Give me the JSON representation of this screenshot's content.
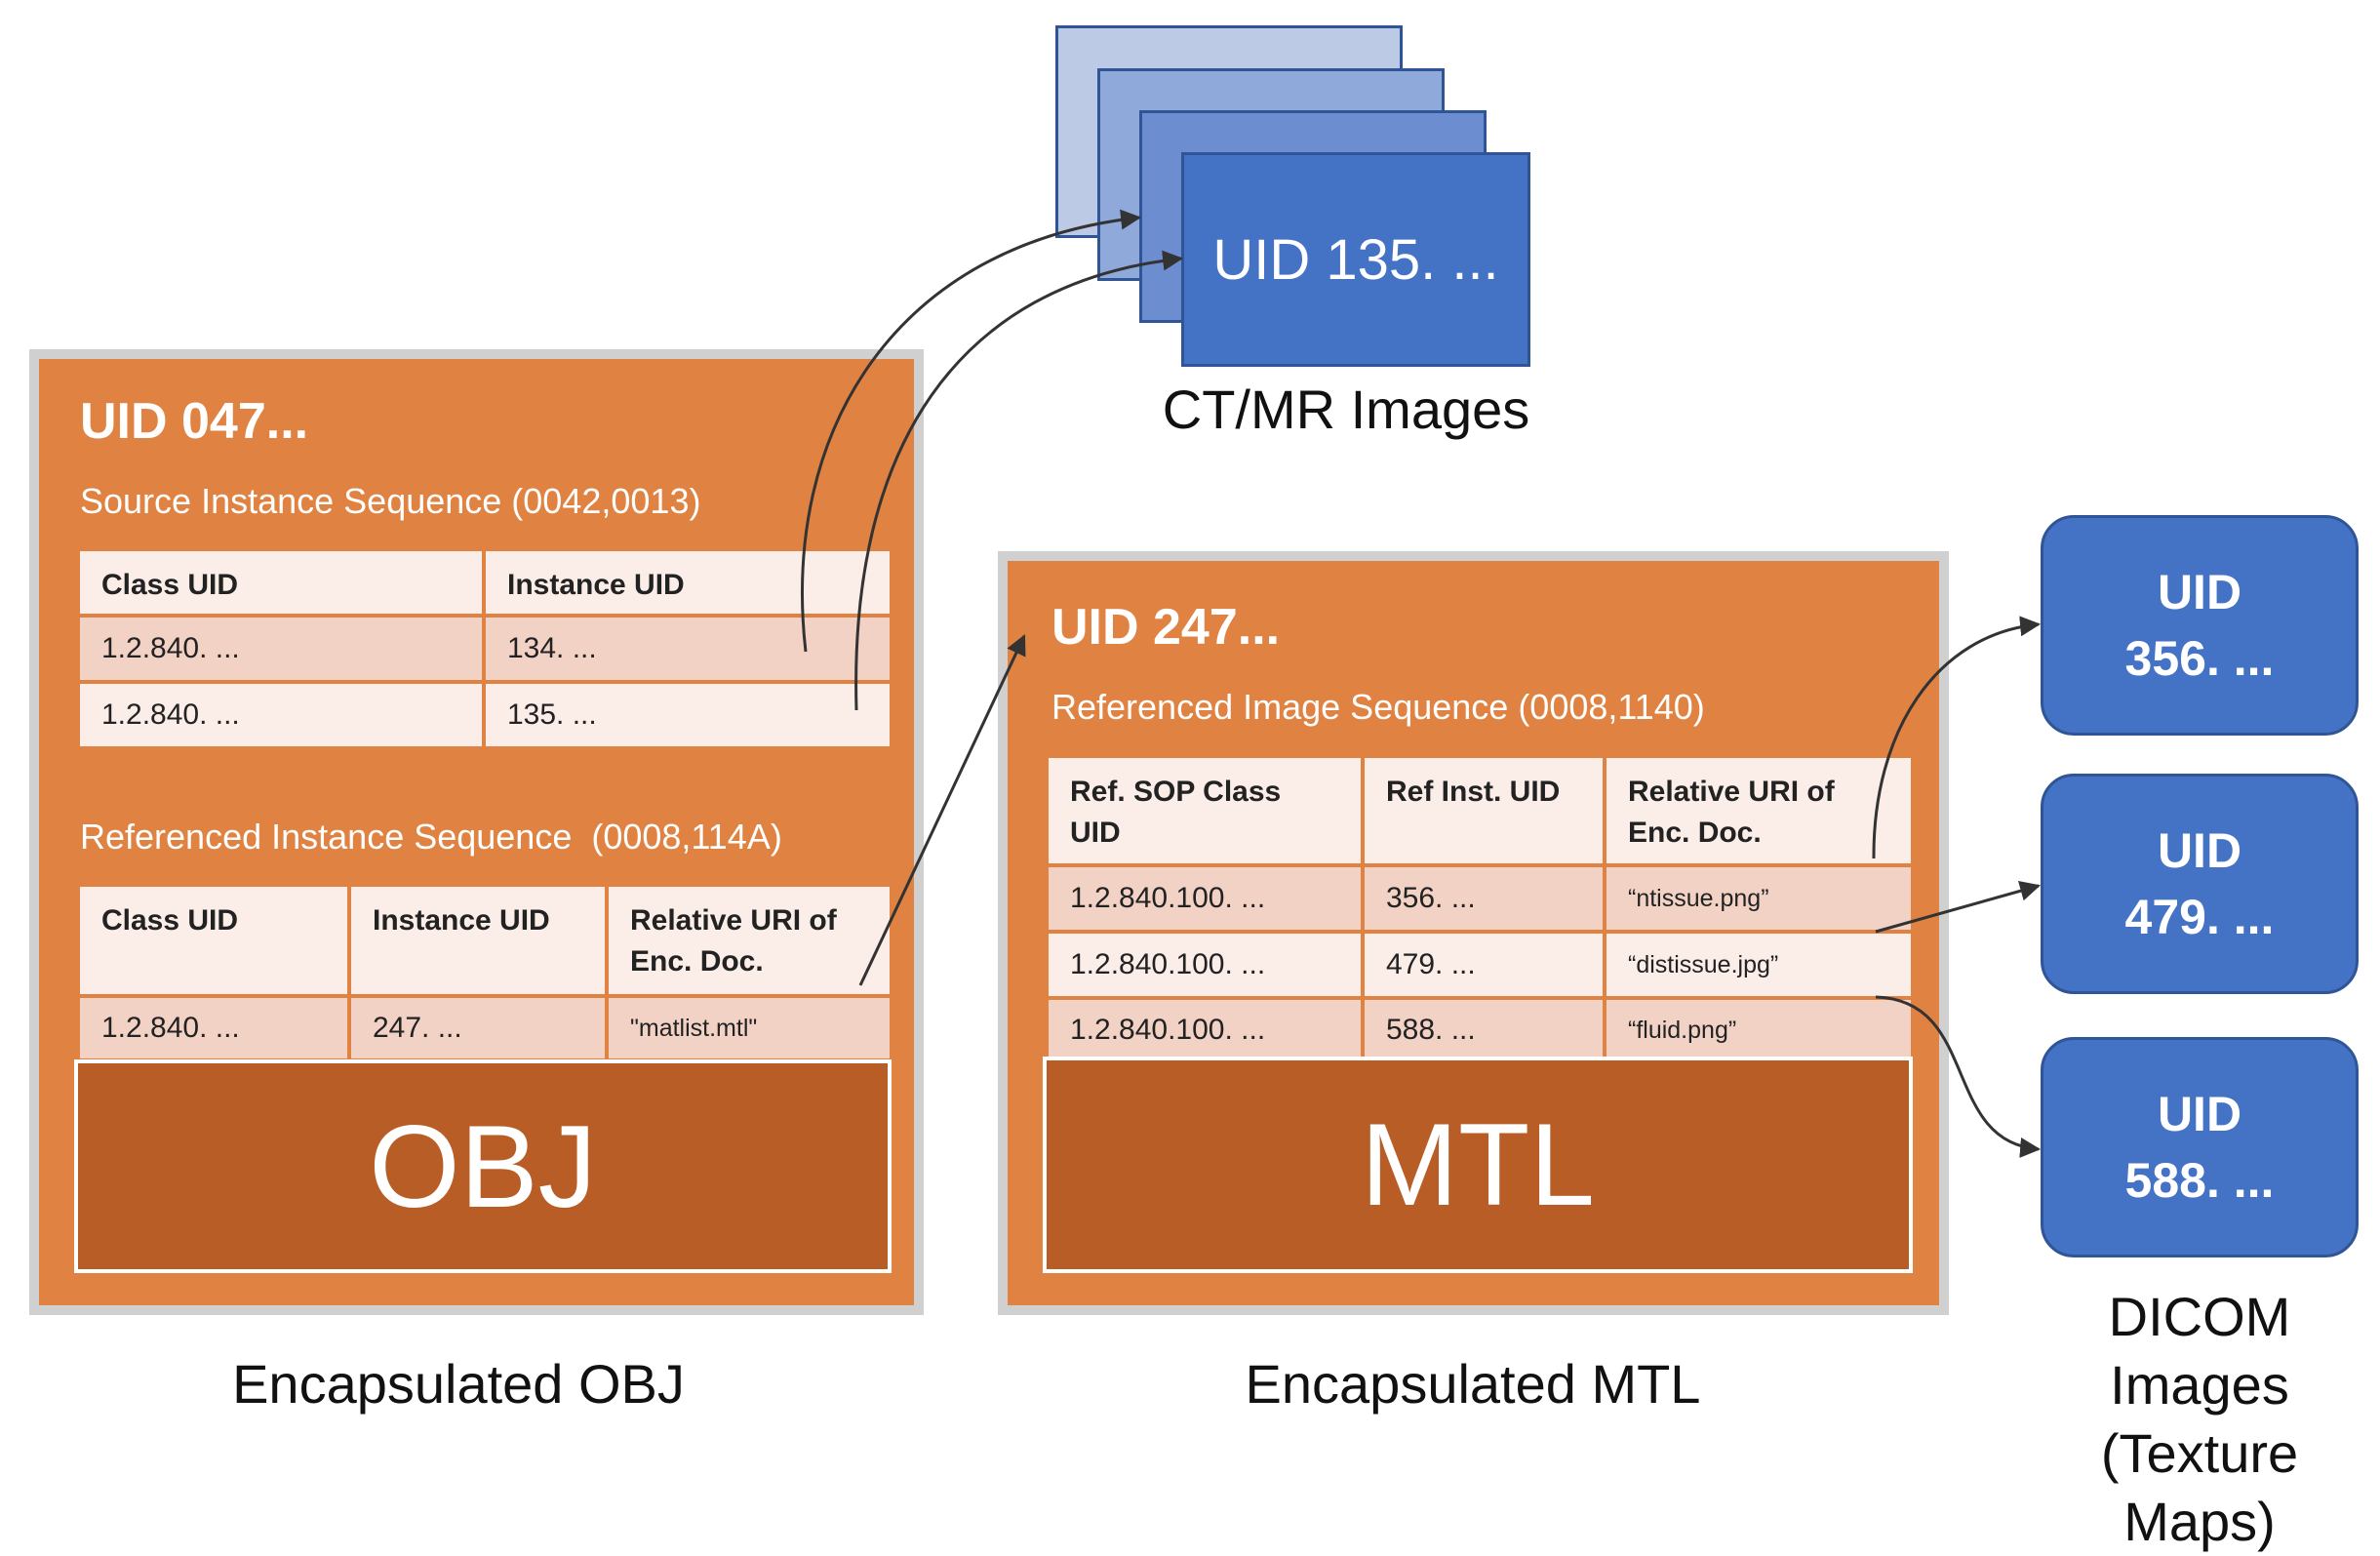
{
  "ctmr": {
    "title": "UID 135. ...",
    "caption": "CT/MR Images"
  },
  "obj": {
    "uid": "UID 047...",
    "source_seq_label": "Source Instance Sequence (0042,0013)",
    "source_table": {
      "headers": [
        "Class UID",
        "Instance UID"
      ],
      "rows": [
        [
          "1.2.840. ...",
          "134. ..."
        ],
        [
          "1.2.840. ...",
          "135. ..."
        ]
      ]
    },
    "ref_seq_label": "Referenced Instance Sequence  (0008,114A)",
    "ref_table": {
      "headers": [
        "Class UID",
        "Instance UID",
        "Relative URI of Enc. Doc."
      ],
      "rows": [
        [
          "1.2.840. ...",
          "247. ...",
          "\"matlist.mtl\""
        ]
      ]
    },
    "core_label": "OBJ",
    "caption": "Encapsulated OBJ"
  },
  "mtl": {
    "uid": "UID 247...",
    "seq_label": "Referenced Image Sequence (0008,1140)",
    "table": {
      "headers": [
        "Ref. SOP Class UID",
        "Ref Inst. UID",
        "Relative URI of Enc. Doc."
      ],
      "rows": [
        [
          "1.2.840.100. ...",
          "356. ...",
          "“ntissue.png”"
        ],
        [
          "1.2.840.100. ...",
          "479. ...",
          "“distissue.jpg”"
        ],
        [
          "1.2.840.100. ...",
          "588. ...",
          "“fluid.png”"
        ]
      ]
    },
    "core_label": "MTL",
    "caption": "Encapsulated MTL"
  },
  "dicom": {
    "boxes": [
      {
        "line1": "UID",
        "line2": "356. ..."
      },
      {
        "line1": "UID",
        "line2": "479. ..."
      },
      {
        "line1": "UID",
        "line2": "588. ..."
      }
    ],
    "caption": "DICOM Images (Texture Maps)"
  },
  "colors": {
    "orange": "#E08241",
    "dark_orange": "#B85D25",
    "blue": "#4472C4",
    "blue_border": "#2F5597"
  }
}
